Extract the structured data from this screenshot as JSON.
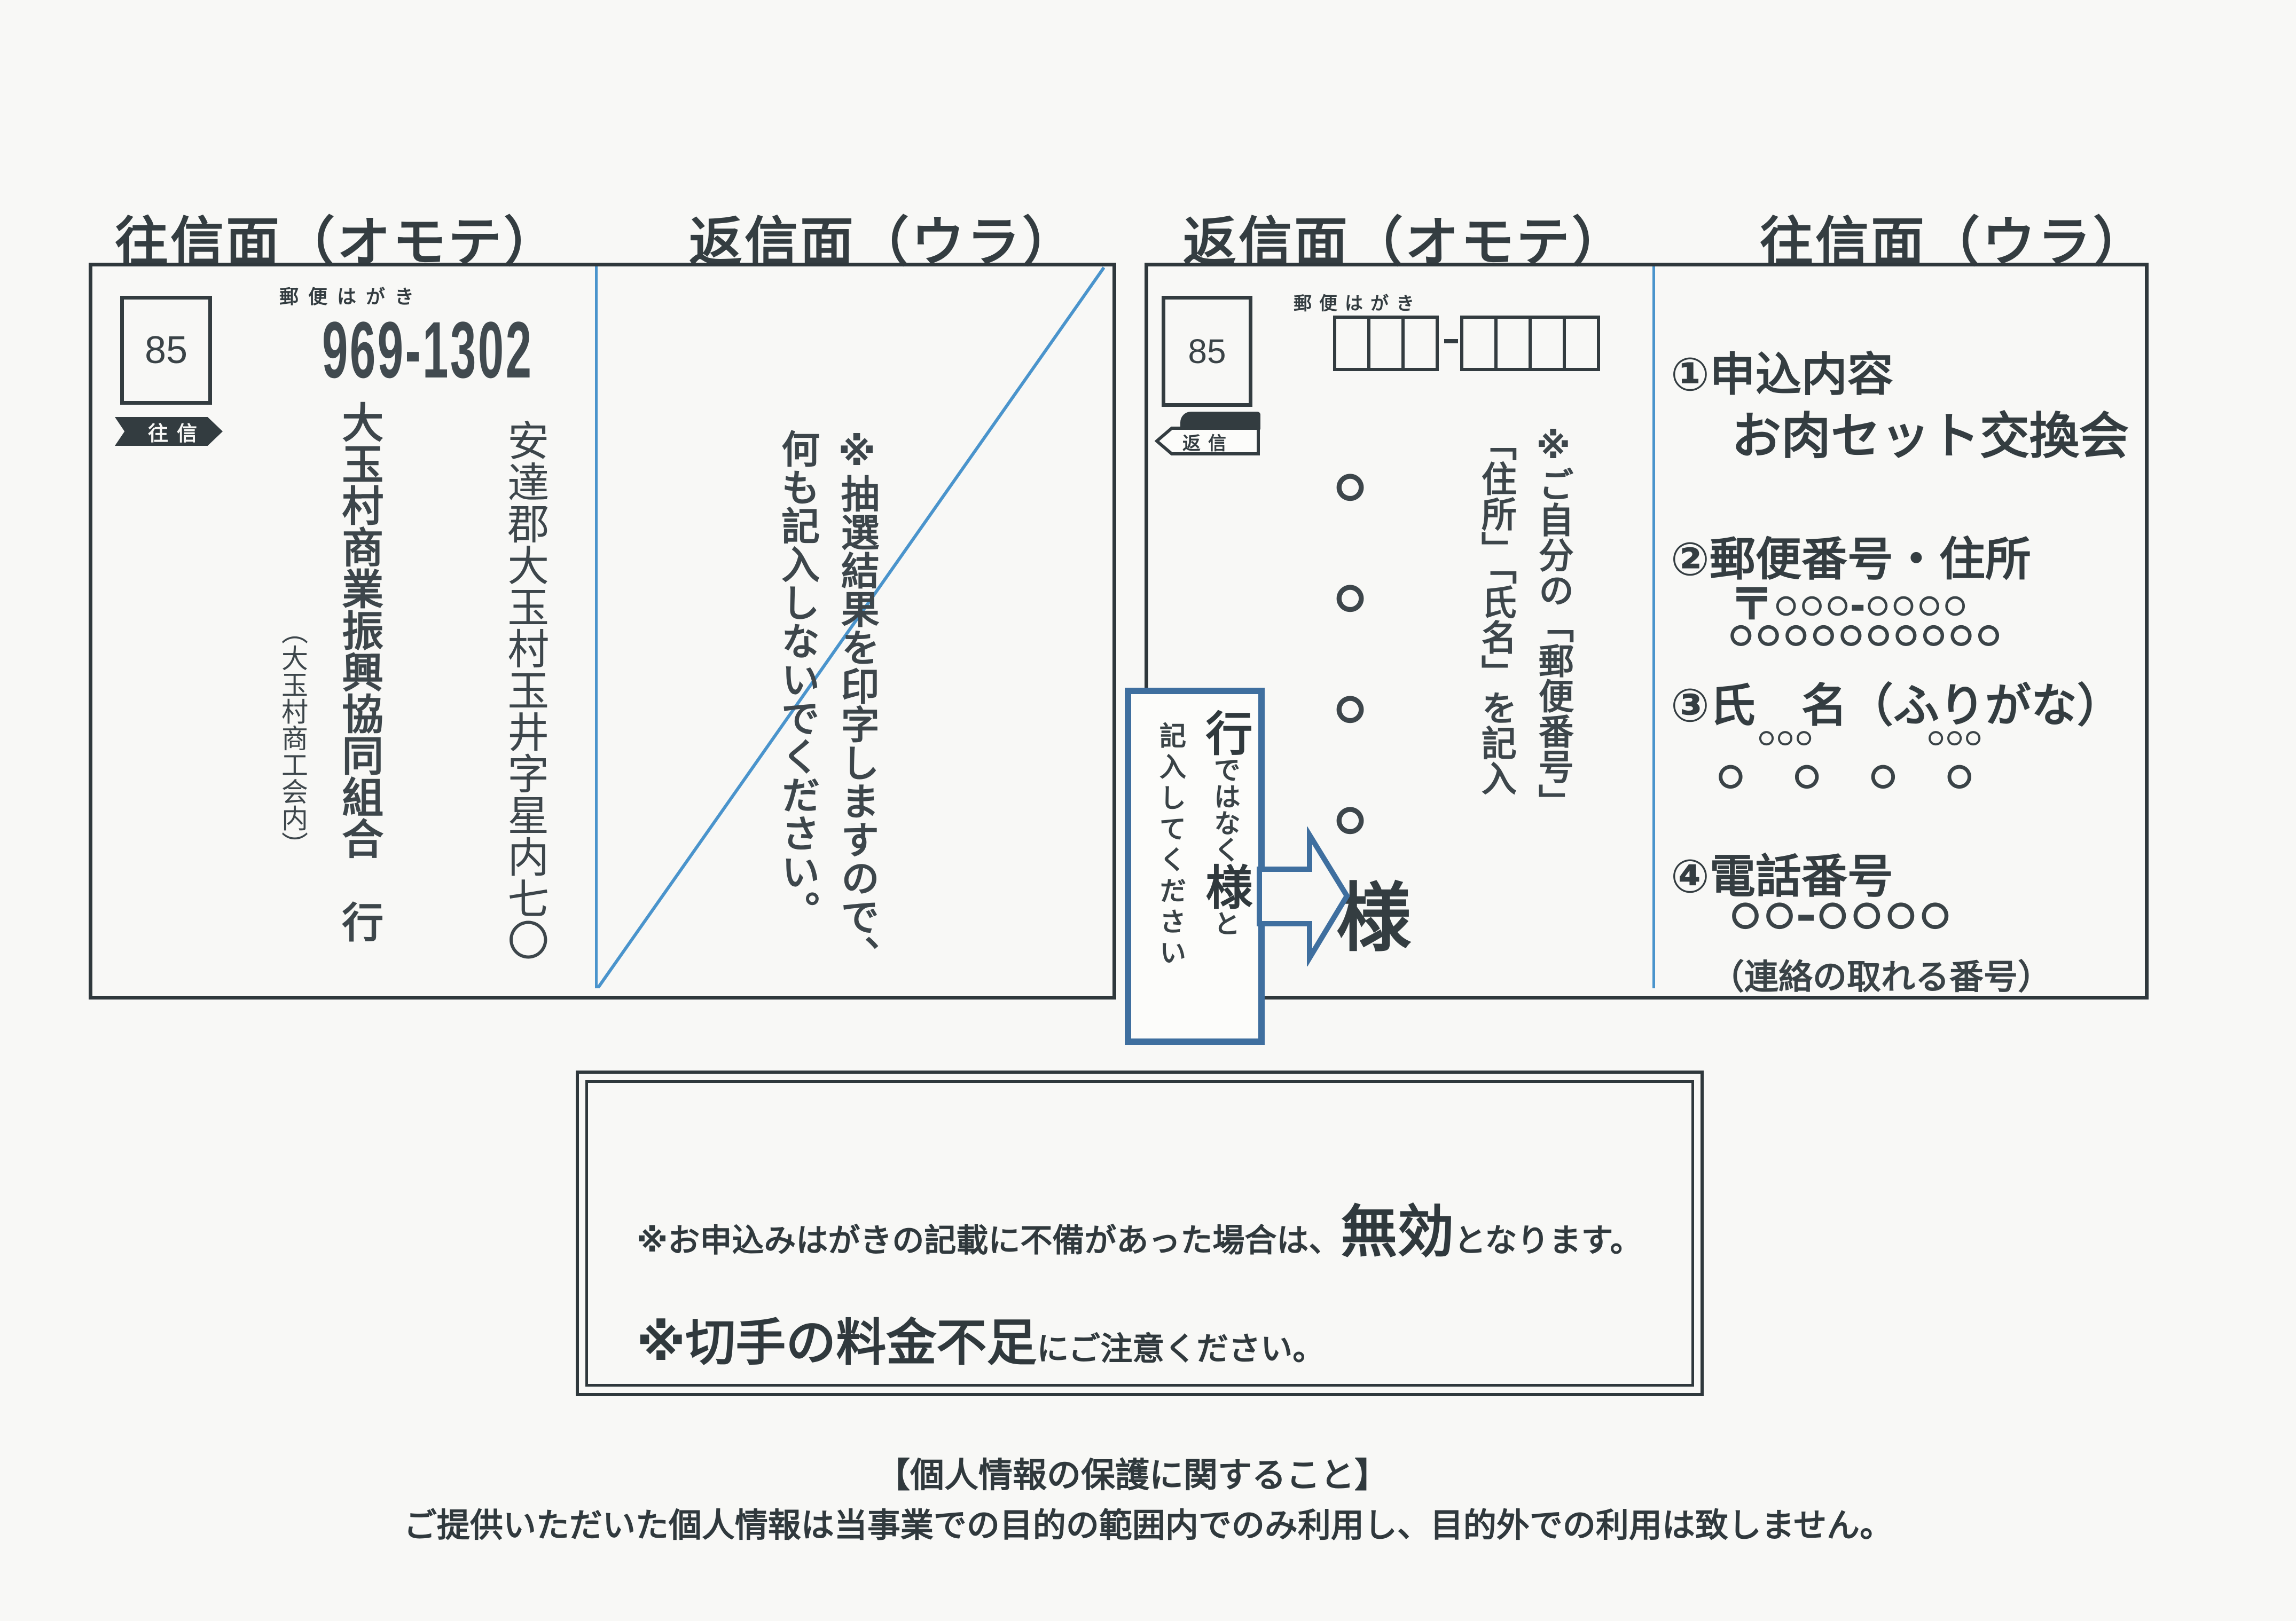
{
  "headings": {
    "outbound_front": "往信面（オモテ）",
    "reply_back": "返信面（ウラ）",
    "reply_front": "返信面（オモテ）",
    "outbound_back": "往信面（ウラ）"
  },
  "outbound_front": {
    "hagaki_label": "郵便はがき",
    "postage_value": "85",
    "postal_code": "969-1302",
    "banner_label": "往信",
    "address": "安達郡大玉村玉井字星内七〇",
    "recipient": "大玉村商業振興協同組合　行",
    "recipient_note": "（大玉村商工会内）"
  },
  "reply_back": {
    "note_line_1": "※抽選結果を印字しますので、",
    "note_line_2": "何も記入しないでください。"
  },
  "reply_front": {
    "hagaki_label": "郵便はがき",
    "postage_value": "85",
    "banner_label": "返信",
    "addressee_placeholder": "○○○○",
    "honorific": "様",
    "instruction_line_1": "※ご自分の「郵便番号」",
    "instruction_line_2": "「住所」「氏名」を記入",
    "callout": {
      "emphasis_1": "行",
      "text_1": "ではなく",
      "emphasis_2": "様",
      "text_2": "と",
      "line_2": "記入してください"
    }
  },
  "outbound_back": {
    "item1_label": "①申込内容",
    "item1_value": "お肉セット交換会",
    "item2_label": "②郵便番号・住所",
    "item2_postal": "〒○○○-○○○○",
    "item2_address": "○○○○○○○○○○",
    "item3_label": "③氏　名（ふりがな）",
    "item3_furigana_1": "○○○",
    "item3_furigana_2": "○○○",
    "item3_name": "○○○○",
    "item4_label": "④電話番号",
    "item4_value": "○○-○○○○",
    "item4_note": "（連絡の取れる番号）"
  },
  "notes": {
    "line1_pre": "※お申込みはがきの記載に不備があった場合は、",
    "line1_emphasis": "無効",
    "line1_post": "となります。",
    "line2_pre": "※",
    "line2_emphasis": "切手の料金不足",
    "line2_post": "にご注意ください。"
  },
  "footer": {
    "privacy_title": "【個人情報の保護に関すること】",
    "privacy_text": "ご提供いただいた個人情報は当事業での目的の範囲内でのみ利用し、目的外での利用は致しません。"
  }
}
